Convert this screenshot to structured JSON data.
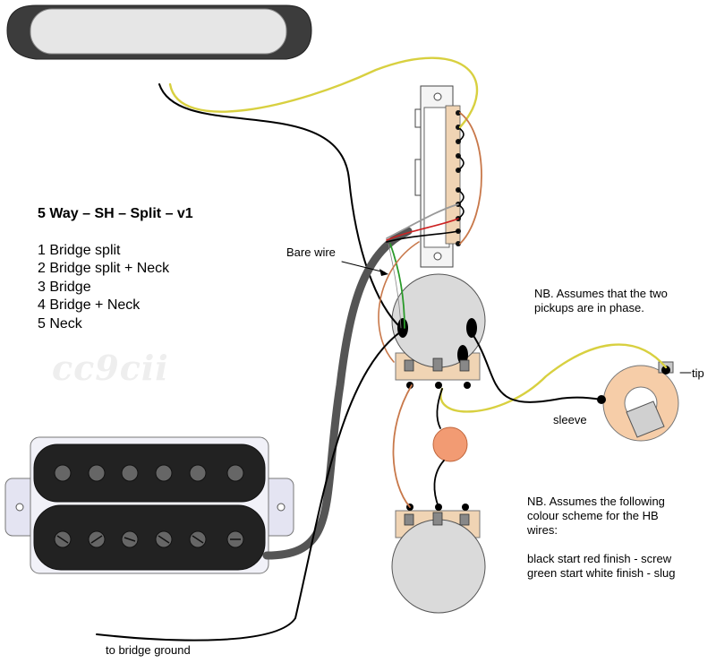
{
  "title": "5 Way – SH – Split – v1",
  "positions": [
    "1 Bridge split",
    "2 Bridge split + Neck",
    "3 Bridge",
    "4 Bridge + Neck",
    "5 Neck"
  ],
  "labels": {
    "bare_wire": "Bare wire",
    "tip": "tip",
    "sleeve": "sleeve",
    "bridge_ground": "to bridge ground"
  },
  "notes": {
    "phase": [
      "NB. Assumes that the two",
      "pickups are in phase."
    ],
    "colour_scheme": [
      "NB. Assumes the following",
      "colour scheme for the HB",
      "wires:",
      "",
      "black start red finish - screw",
      "green start white finish - slug"
    ]
  },
  "watermark": "cc9cii",
  "colors": {
    "wire_yellow": "#d8d040",
    "wire_black": "#000000",
    "wire_copper": "#c8784a",
    "wire_red": "#cc2222",
    "wire_green": "#2a9a2a",
    "wire_grey": "#999999",
    "cable": "#555555",
    "pot": "#dadada",
    "lug": "#f0d4b4",
    "capacitor": "#f29b73",
    "pickup_cover": "#e6e6e6",
    "switch_plate": "#efefef"
  }
}
